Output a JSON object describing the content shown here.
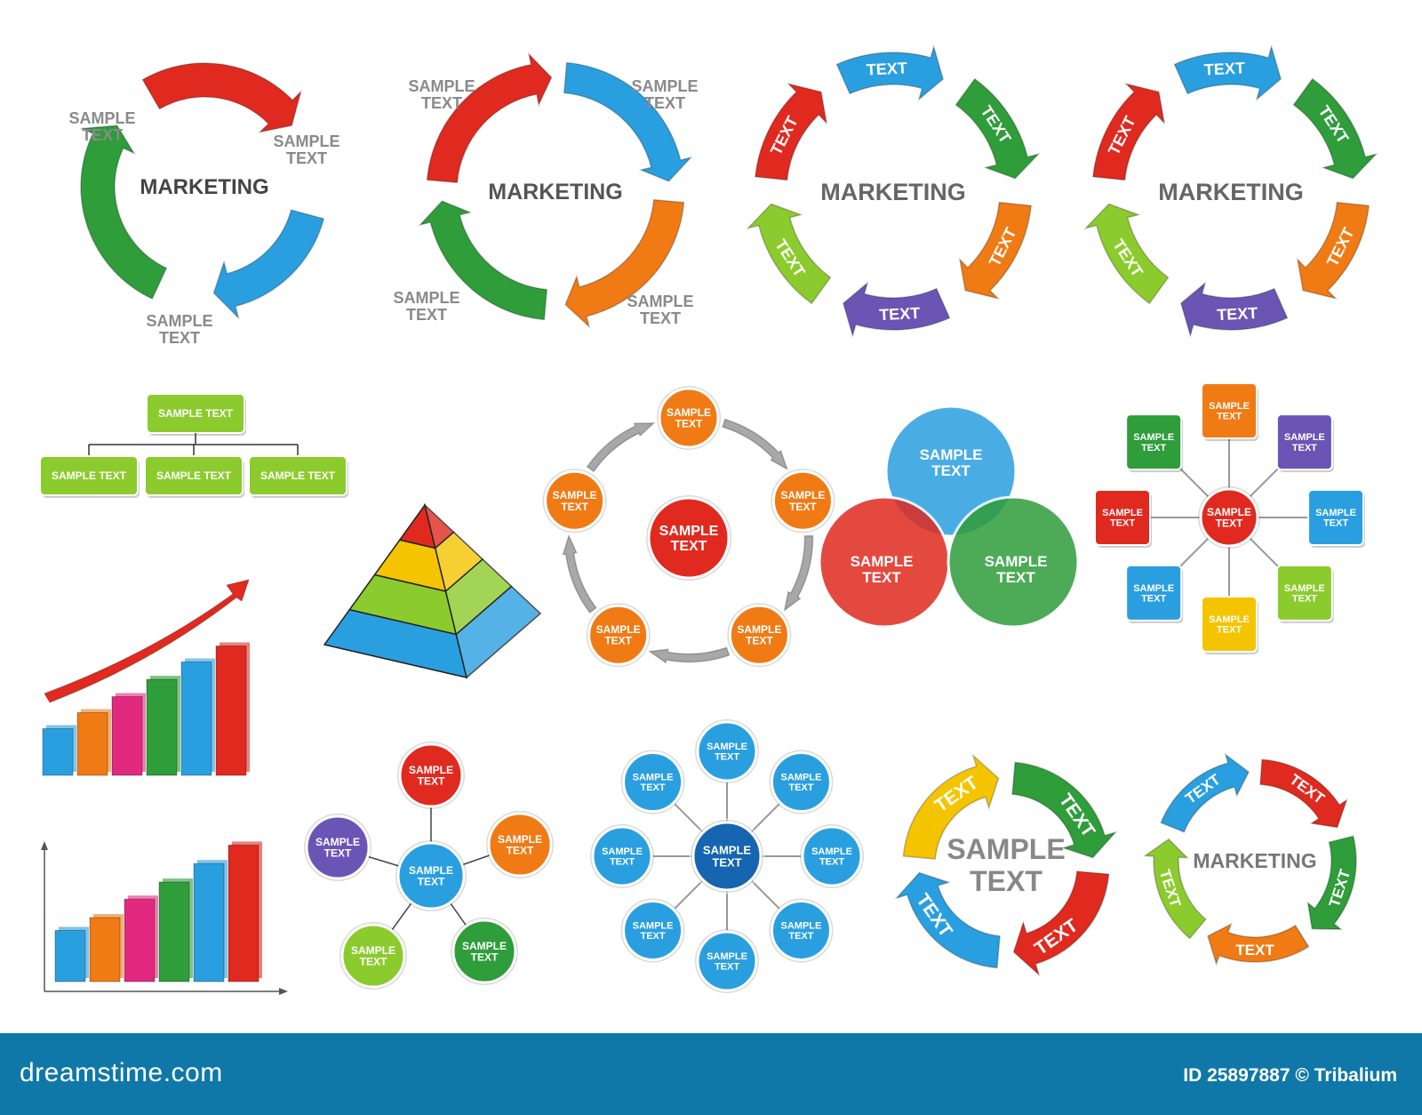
{
  "colors": {
    "red": "#e02a1f",
    "blue": "#2a9fe0",
    "green": "#2e9d3a",
    "lime": "#8ccb2d",
    "orange": "#f07a14",
    "yellow": "#f5c400",
    "purple": "#6a55b5",
    "pink": "#e0297f",
    "gray_text": "#8a8a8a",
    "dark_text": "#5a5a5a",
    "footer": "#0f78a8"
  },
  "footer": {
    "logo": "dreamstime.com",
    "credit": "ID 25897887 © Tribalium"
  },
  "cycle1": {
    "center": "MARKETING",
    "labels": [
      [
        "SAMPLE",
        "TEXT"
      ],
      [
        "SAMPLE",
        "TEXT"
      ],
      [
        "SAMPLE",
        "TEXT"
      ]
    ]
  },
  "cycle2": {
    "center": "MARKETING",
    "labels": [
      [
        "SAMPLE",
        "TEXT"
      ],
      [
        "SAMPLE",
        "TEXT"
      ],
      [
        "SAMPLE",
        "TEXT"
      ],
      [
        "SAMPLE",
        "TEXT"
      ]
    ]
  },
  "cycle3": {
    "center": "MARKETING",
    "arrow_text": "TEXT",
    "arrow_colors": [
      "red",
      "blue",
      "green",
      "orange",
      "purple",
      "lime"
    ]
  },
  "cycle4": {
    "center": "MARKETING",
    "arrow_text": "TEXT",
    "arrow_colors": [
      "red",
      "blue",
      "green",
      "orange",
      "purple",
      "lime"
    ]
  },
  "org_chart": {
    "root": "SAMPLE TEXT",
    "children": [
      "SAMPLE TEXT",
      "SAMPLE TEXT",
      "SAMPLE TEXT"
    ]
  },
  "pyramid": {
    "layers": [
      "red",
      "yellow",
      "lime",
      "blue"
    ]
  },
  "circle_cycle": {
    "center": "SAMPLE TEXT",
    "nodes": [
      "SAMPLE TEXT",
      "SAMPLE TEXT",
      "SAMPLE TEXT",
      "SAMPLE TEXT",
      "SAMPLE TEXT"
    ]
  },
  "venn": {
    "circles": [
      {
        "label": "SAMPLE TEXT",
        "color": "blue"
      },
      {
        "label": "SAMPLE TEXT",
        "color": "red"
      },
      {
        "label": "SAMPLE TEXT",
        "color": "green"
      }
    ]
  },
  "square_hub": {
    "center": "SAMPLE TEXT",
    "nodes": [
      {
        "label": "SAMPLE TEXT",
        "color": "orange"
      },
      {
        "label": "SAMPLE TEXT",
        "color": "purple"
      },
      {
        "label": "SAMPLE TEXT",
        "color": "blue"
      },
      {
        "label": "SAMPLE TEXT",
        "color": "lime"
      },
      {
        "label": "SAMPLE TEXT",
        "color": "yellow"
      },
      {
        "label": "SAMPLE TEXT",
        "color": "blue"
      },
      {
        "label": "SAMPLE TEXT",
        "color": "red"
      },
      {
        "label": "SAMPLE TEXT",
        "color": "green"
      }
    ]
  },
  "bar_chart_arrow": {
    "values": [
      3.5,
      4.7,
      5.9,
      7.2,
      8.5,
      9.7
    ],
    "colors": [
      "blue",
      "orange",
      "pink",
      "green",
      "blue",
      "red"
    ]
  },
  "bar_chart_axes": {
    "values": [
      3.6,
      4.5,
      5.8,
      7.0,
      8.3,
      9.6
    ],
    "colors": [
      "blue",
      "orange",
      "pink",
      "green",
      "blue",
      "red"
    ]
  },
  "star_diagram": {
    "center": "SAMPLE TEXT",
    "nodes": [
      {
        "label": "SAMPLE TEXT",
        "color": "red"
      },
      {
        "label": "SAMPLE TEXT",
        "color": "orange"
      },
      {
        "label": "SAMPLE TEXT",
        "color": "green"
      },
      {
        "label": "SAMPLE TEXT",
        "color": "lime"
      },
      {
        "label": "SAMPLE TEXT",
        "color": "purple"
      }
    ]
  },
  "blue_hub": {
    "center": "SAMPLE TEXT",
    "nodes": [
      "SAMPLE TEXT",
      "SAMPLE TEXT",
      "SAMPLE TEXT",
      "SAMPLE TEXT",
      "SAMPLE TEXT",
      "SAMPLE TEXT",
      "SAMPLE TEXT",
      "SAMPLE TEXT"
    ]
  },
  "ring1": {
    "center": "SAMPLE TEXT",
    "arrow_text": "TEXT",
    "arrow_colors": [
      "yellow",
      "green",
      "red",
      "blue"
    ]
  },
  "ring2": {
    "center": "MARKETING",
    "arrow_text": "TEXT",
    "arrow_colors": [
      "red",
      "green",
      "orange",
      "lime",
      "blue"
    ]
  }
}
